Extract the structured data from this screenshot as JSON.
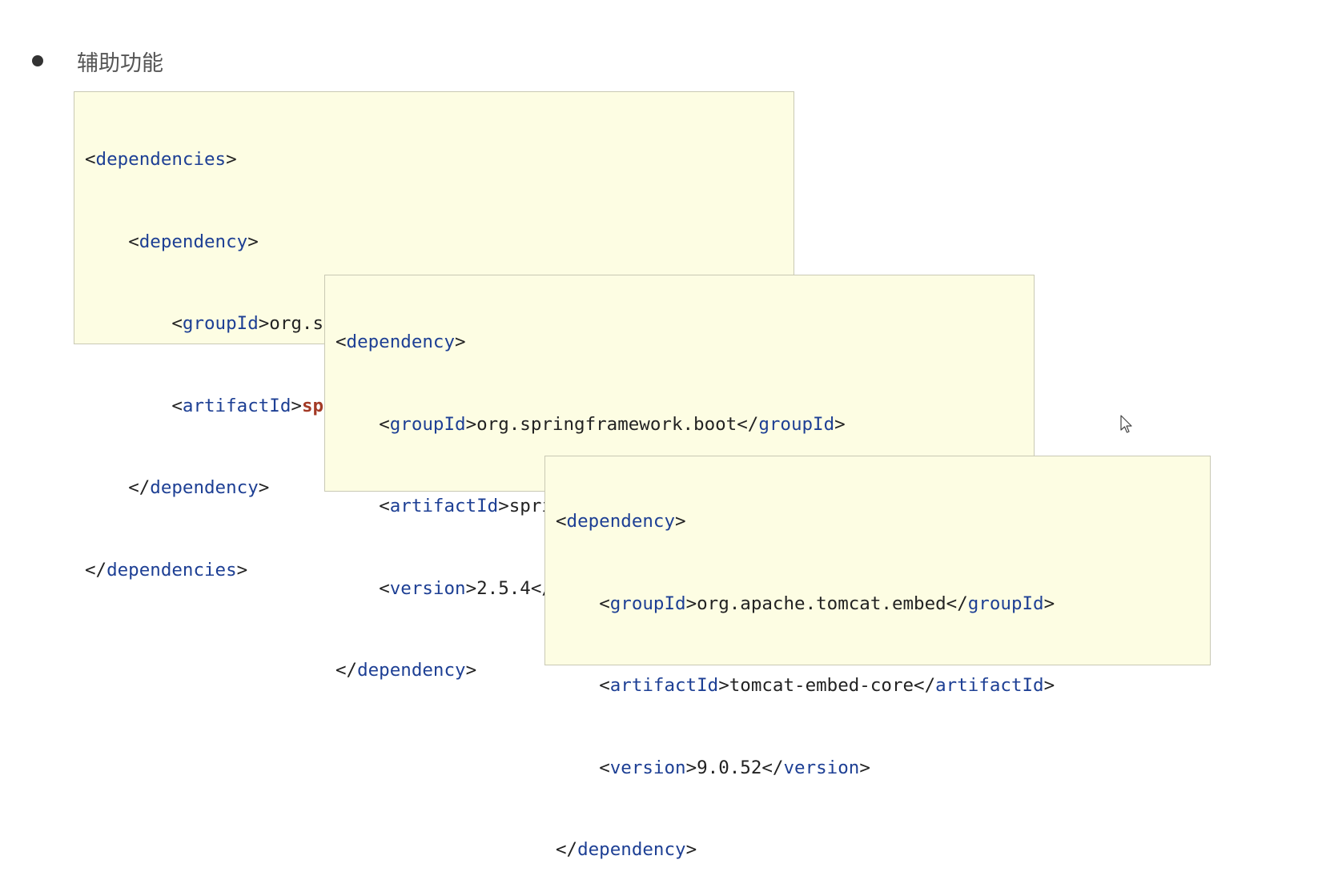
{
  "heading": {
    "text": "辅助功能"
  },
  "snippet_web": {
    "open_root": "dependencies",
    "open_dep": "dependency",
    "group_tag": "groupId",
    "group_value": "org.springframework.boot",
    "artifact_tag": "artifactId",
    "artifact_value": "spring-boot-starter-web",
    "close_dep": "dependency",
    "close_root": "dependencies"
  },
  "snippet_tomcat": {
    "open_dep": "dependency",
    "group_tag": "groupId",
    "group_value": "org.springframework.boot",
    "artifact_tag": "artifactId",
    "artifact_value": "spring-boot-starter-tomcat",
    "version_tag": "version",
    "version_value": "2.5.4",
    "close_dep": "dependency"
  },
  "snippet_embed": {
    "open_dep": "dependency",
    "group_tag": "groupId",
    "group_value": "org.apache.tomcat.embed",
    "artifact_tag": "artifactId",
    "artifact_value": "tomcat-embed-core",
    "version_tag": "version",
    "version_value": "9.0.52",
    "close_dep": "dependency"
  },
  "colors": {
    "box_background": "#fdfde3",
    "tag_color": "#1d3f94",
    "highlight_color": "#a33a26"
  },
  "icons": {
    "cursor": "mouse-pointer-icon",
    "bullet": "bullet-dot-icon"
  }
}
